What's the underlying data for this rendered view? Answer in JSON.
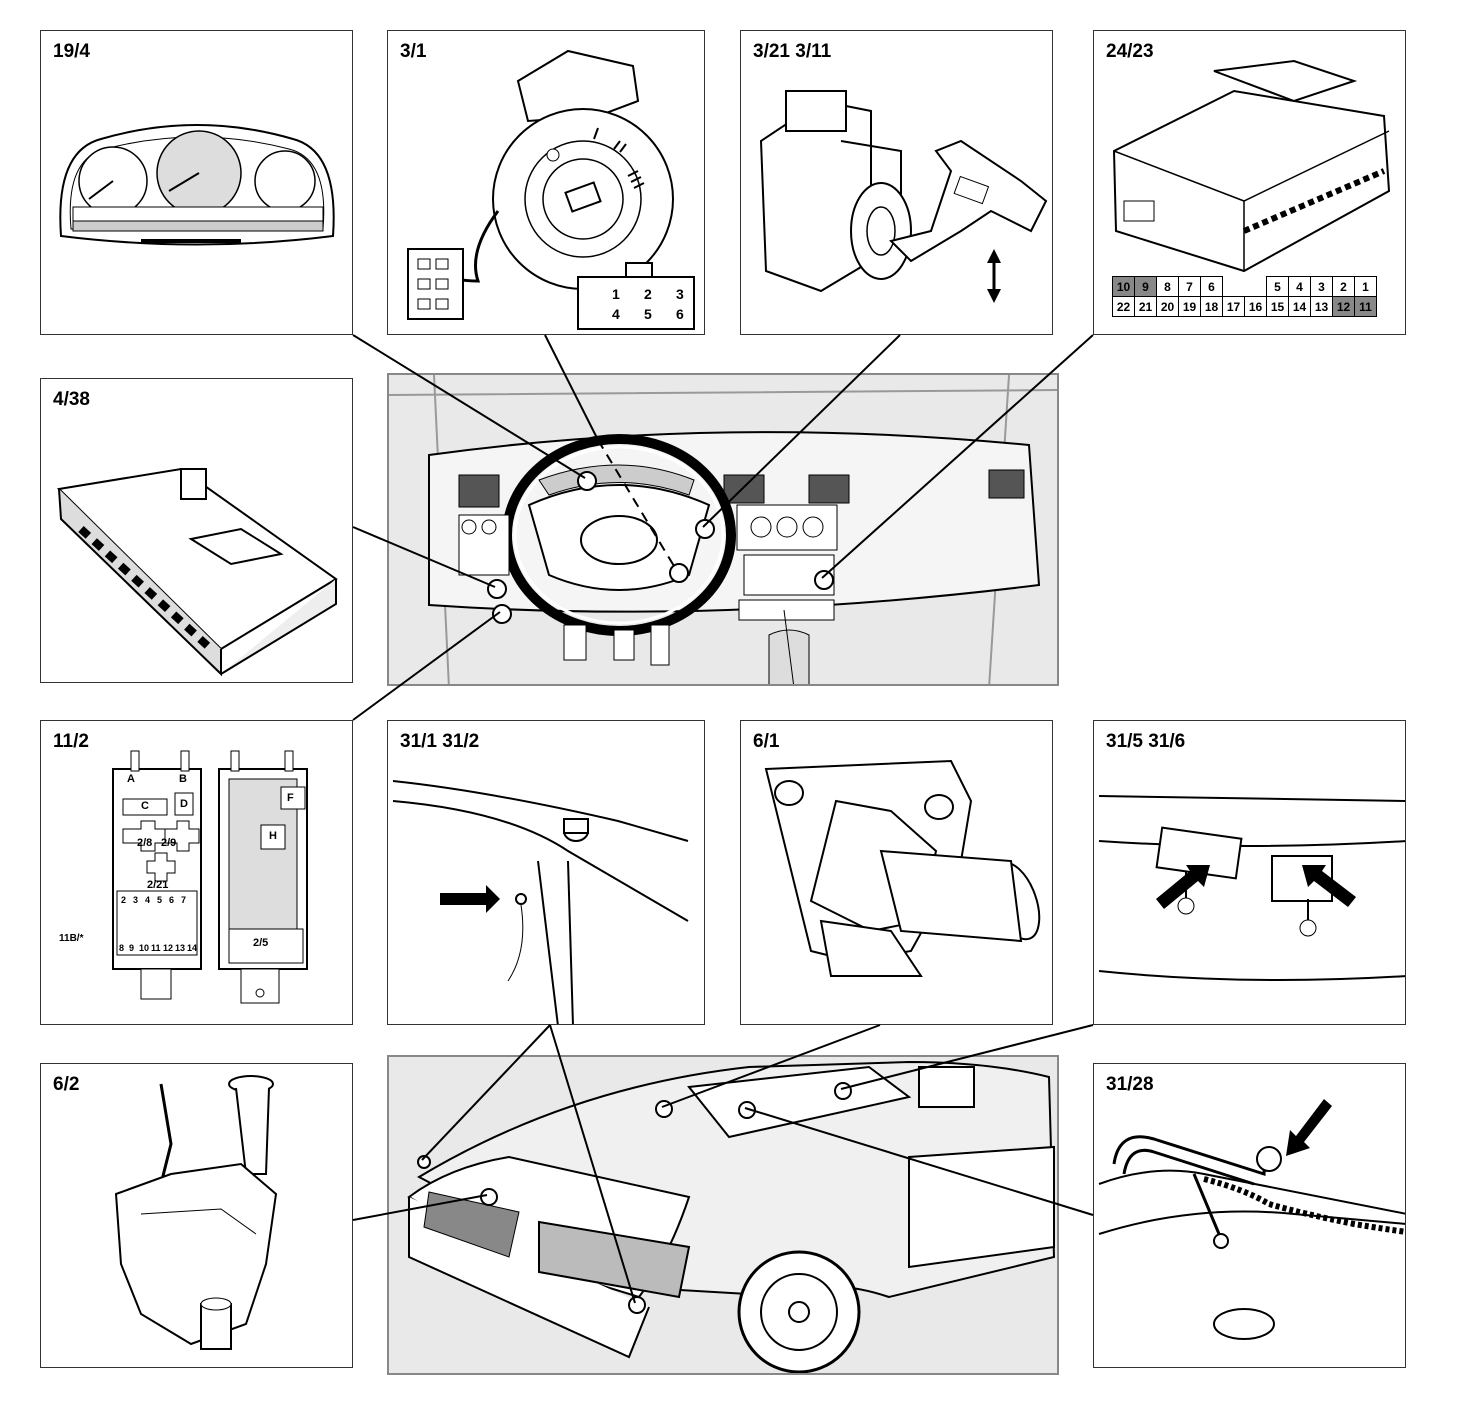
{
  "panels": {
    "instrument_cluster": "19/4",
    "ignition_switch": "3/1",
    "steering_column_switch": "3/21 3/11",
    "connector": "24/23",
    "control_module": "4/38",
    "fuse_box": "11/2",
    "ground_points_a": "31/1 31/2",
    "horn": "6/1",
    "ground_points_b": "31/5  31/6",
    "washer_reservoir": "6/2",
    "ground_point_c": "31/28"
  },
  "ignition_connector_pins": [
    "1",
    "2",
    "3",
    "4",
    "5",
    "6"
  ],
  "connector_pins_top": [
    "10",
    "9",
    "8",
    "7",
    "6",
    "",
    "",
    "5",
    "4",
    "3",
    "2",
    "1"
  ],
  "connector_pins_bottom": [
    "22",
    "21",
    "20",
    "19",
    "18",
    "17",
    "16",
    "15",
    "14",
    "13",
    "12",
    "11"
  ],
  "connector_dark_pins": [
    "10",
    "9",
    "12",
    "11"
  ],
  "fuse_box_labels": {
    "a": "A",
    "b": "B",
    "c": "C",
    "d": "D",
    "f": "F",
    "h": "H",
    "relay_1": "2/8",
    "relay_2": "2/9",
    "relay_3": "2/21",
    "relay_4": "2/5",
    "fuse_row": "11B/*"
  },
  "fuse_numbers_top": [
    "2",
    "3",
    "4",
    "5",
    "6",
    "7"
  ],
  "fuse_numbers_bottom": [
    "8",
    "9",
    "10",
    "11",
    "12",
    "13",
    "14"
  ]
}
